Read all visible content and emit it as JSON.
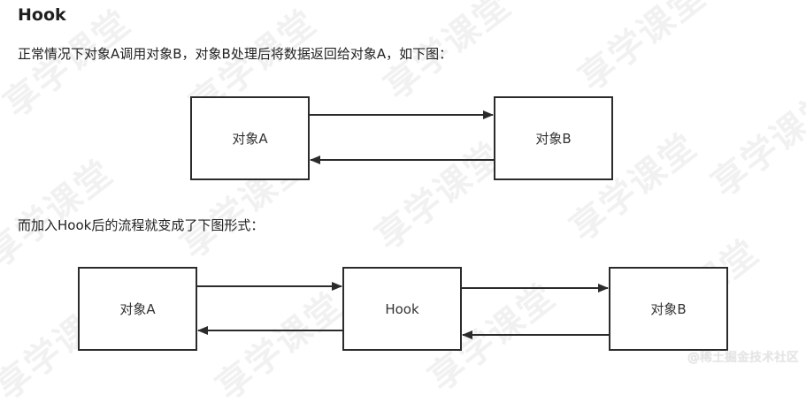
{
  "doc": {
    "heading": "Hook",
    "paragraph1": "正常情况下对象A调用对象B，对象B处理后将数据返回给对象A，如下图：",
    "paragraph2": "而加入Hook后的流程就变成了下图形式："
  },
  "diagram1": {
    "box_a": "对象A",
    "box_b": "对象B"
  },
  "diagram2": {
    "box_a": "对象A",
    "box_hook": "Hook",
    "box_b": "对象B"
  },
  "watermark": {
    "text": "享学课堂",
    "footer": "@稀土掘金技术社区"
  }
}
